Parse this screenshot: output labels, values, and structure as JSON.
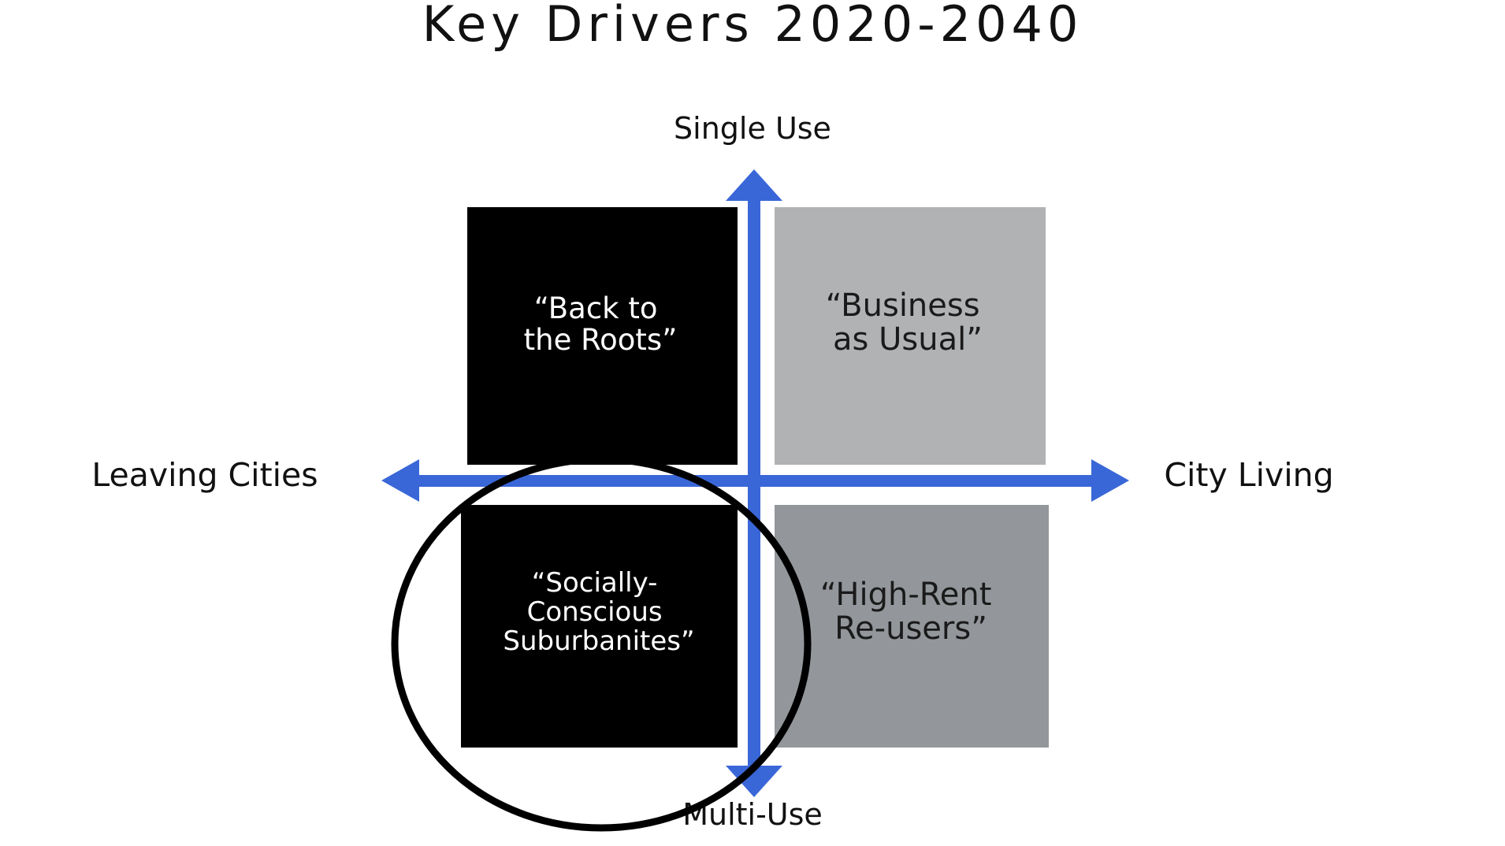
{
  "title": "Key Drivers 2020-2040",
  "axes": {
    "top": "Single Use",
    "bottom": "Multi-Use",
    "left": "Leaving Cities",
    "right": "City Living"
  },
  "quadrants": {
    "top_left": {
      "line1": "“Back to",
      "line2": "the Roots”",
      "fill": "#000000",
      "text_color": "#ffffff"
    },
    "top_right": {
      "line1": "“Business",
      "line2": "as Usual”",
      "fill": "#b1b2b4",
      "text_color": "#1a1a1a"
    },
    "bottom_left": {
      "line1": "“Socially-",
      "line2": "Conscious",
      "line3": "Suburbanites”",
      "fill": "#000000",
      "text_color": "#ffffff"
    },
    "bottom_right": {
      "line1": "“High-Rent",
      "line2": "Re-users”",
      "fill": "#93979b",
      "text_color": "#1a1a1a"
    }
  },
  "colors": {
    "axis": "#3a67d8",
    "highlight_ring": "#000000",
    "text": "#111111"
  }
}
